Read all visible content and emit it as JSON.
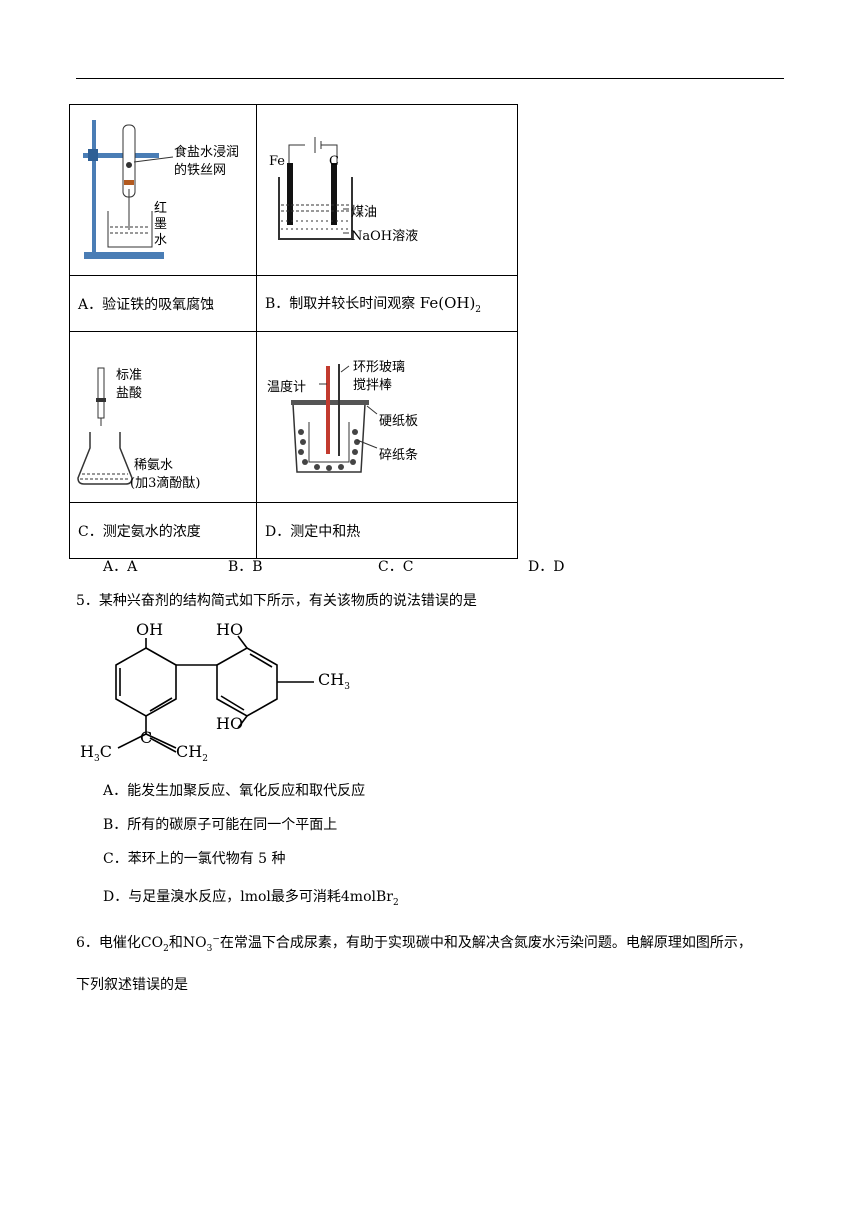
{
  "q4": {
    "cells": {
      "a_fig_label1": "食盐水浸润",
      "a_fig_label2": "的铁丝网",
      "a_fig_label3": "红",
      "a_fig_label4": "墨",
      "a_fig_label5": "水",
      "a_caption": "A．验证铁的吸氧腐蚀",
      "b_fig_fe": "Fe",
      "b_fig_c": "C",
      "b_fig_label1": "煤油",
      "b_fig_label2": "NaOH溶液",
      "b_caption": "B．制取并较长时间观察",
      "b_formula": "Fe(OH)",
      "b_formula_sub": "2",
      "c_fig_label1": "标准",
      "c_fig_label2": "盐酸",
      "c_fig_label3": "稀氨水",
      "c_fig_label4": "(加3滴酚酞)",
      "c_caption": "C．测定氨水的浓度",
      "d_fig_label1": "环形玻璃",
      "d_fig_label2": "搅拌棒",
      "d_fig_label3": "温度计",
      "d_fig_label4": "硬纸板",
      "d_fig_label5": "碎纸条",
      "d_caption": "D．测定中和热"
    },
    "options": [
      "A．A",
      "B．B",
      "C．C",
      "D．D"
    ]
  },
  "q5": {
    "stem": "5．某种兴奋剂的结构简式如下所示，有关该物质的说法错误的是",
    "structure": {
      "oh_top": "OH",
      "ho_top": "HO",
      "ho_bottom": "HO",
      "ch3": "CH",
      "ch3_sub": "3",
      "h3c": "H",
      "h3c_sub": "3",
      "h3c_c": "C",
      "ch2": "CH",
      "ch2_sub": "2"
    },
    "options": {
      "a": "A．能发生加聚反应、氧化反应和取代反应",
      "b": "B．所有的碳原子可能在同一个平面上",
      "c": "C．苯环上的一氯代物有 5 种",
      "d_text": "D．与足量溴水反应，lmol最多可消耗",
      "d_formula": "4molBr",
      "d_sub": "2"
    }
  },
  "q6": {
    "p1": "6．电催化",
    "co2": "CO",
    "co2_sub": "2",
    "p2": "和",
    "no3": "NO",
    "no3_sub": "3",
    "no3_sup": "−",
    "p3": "在常温下合成尿素，有助于实现碳中和及解决含氮废水污染问题。电解原理如图所示，",
    "line2": "下列叙述错误的是"
  }
}
